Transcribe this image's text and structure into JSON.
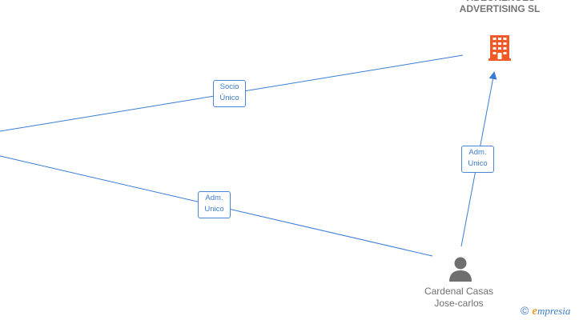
{
  "company": {
    "name": "VIDEOKENGES ADVERTISING SL",
    "icon": "building-icon",
    "icon_color": "#f05a28"
  },
  "person": {
    "name": "Cardenal Casas Jose-carlos",
    "icon": "person-icon",
    "icon_color": "#6f6f6f"
  },
  "edges": {
    "socio_unico": {
      "line1": "Socio",
      "line2": "Único"
    },
    "adm_unico_left": {
      "line1": "Adm.",
      "line2": "Unico"
    },
    "adm_unico_right": {
      "line1": "Adm.",
      "line2": "Unico"
    }
  },
  "colors": {
    "edge": "#3a7bd5",
    "label_border": "#4a86d4",
    "label_text": "#3d7ccb"
  },
  "watermark": {
    "copyright": "©",
    "brand_first": "e",
    "brand_rest": "mpresia"
  }
}
